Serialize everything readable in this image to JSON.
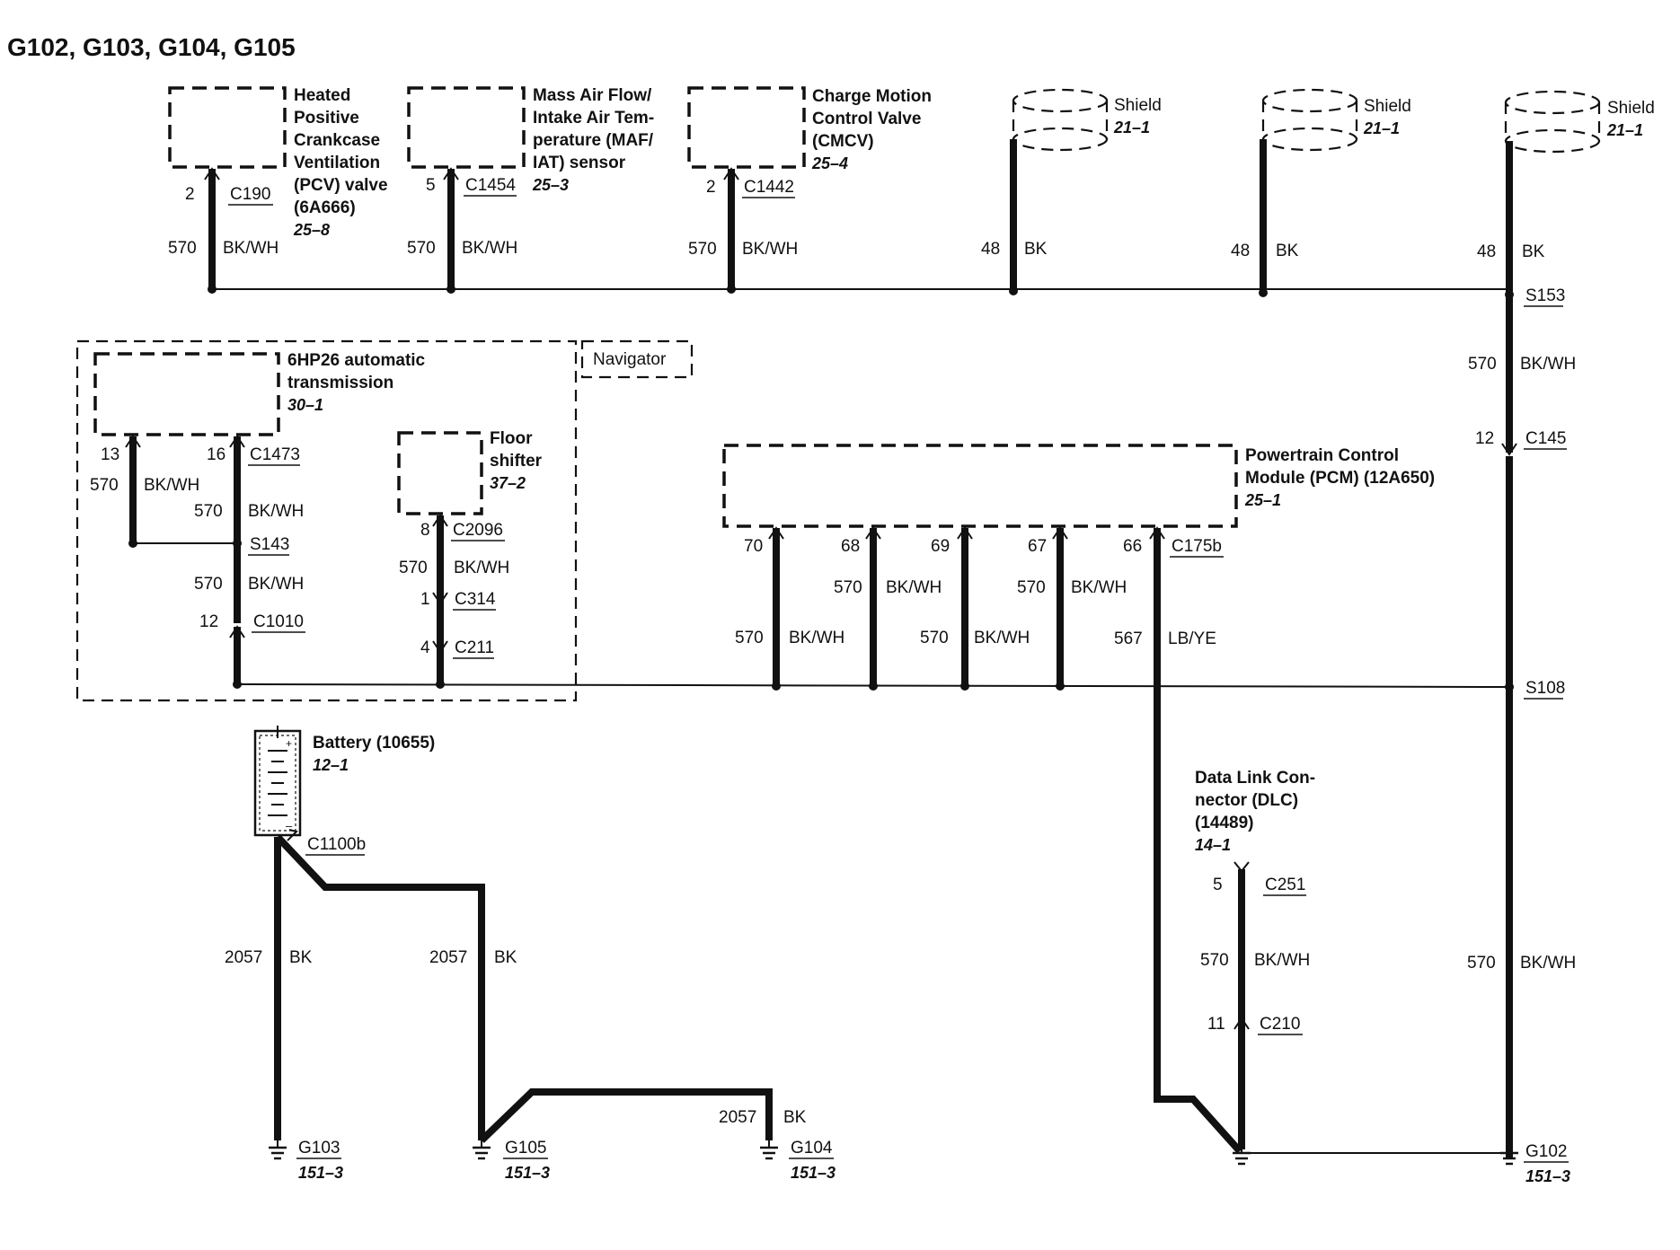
{
  "title": "G102, G103, G104, G105",
  "components": {
    "pcv": {
      "lines": [
        "Heated",
        "Positive",
        "Crankcase",
        "Ventilation",
        "(PCV) valve",
        "(6A666)"
      ],
      "ref": "25–8"
    },
    "maf": {
      "lines": [
        "Mass Air Flow/",
        "Intake Air Tem-",
        "perature (MAF/",
        "IAT) sensor"
      ],
      "ref": "25–3"
    },
    "cmcv": {
      "lines": [
        "Charge Motion",
        "Control Valve",
        "(CMCV)"
      ],
      "ref": "25–4"
    },
    "shield1": {
      "label": "Shield",
      "ref": "21–1"
    },
    "shield2": {
      "label": "Shield",
      "ref": "21–1"
    },
    "shield3": {
      "label": "Shield",
      "ref": "21–1"
    },
    "trans": {
      "lines": [
        "6HP26 automatic",
        "transmission"
      ],
      "ref": "30–1"
    },
    "navigator": {
      "label": "Navigator"
    },
    "shifter": {
      "lines": [
        "Floor",
        "shifter"
      ],
      "ref": "37–2"
    },
    "pcm": {
      "lines": [
        "Powertrain Control",
        "Module (PCM) (12A650)"
      ],
      "ref": "25–1"
    },
    "battery": {
      "lines": [
        "Battery (10655)"
      ],
      "ref": "12–1"
    },
    "dlc": {
      "lines": [
        "Data Link Con-",
        "nector (DLC)",
        "(14489)"
      ],
      "ref": "14–1"
    }
  },
  "connectors": {
    "c190": "C190",
    "c1454": "C1454",
    "c1442": "C1442",
    "c1473": "C1473",
    "c1010": "C1010",
    "c2096": "C2096",
    "c314": "C314",
    "c211": "C211",
    "c175b": "C175b",
    "c145": "C145",
    "c1100b": "C1100b",
    "c251": "C251",
    "c210": "C210"
  },
  "splices": {
    "s153": "S153",
    "s143": "S143",
    "s108": "S108"
  },
  "grounds": {
    "g103": {
      "label": "G103",
      "ref": "151–3"
    },
    "g105": {
      "label": "G105",
      "ref": "151–3"
    },
    "g104": {
      "label": "G104",
      "ref": "151–3"
    },
    "g102": {
      "label": "G102",
      "ref": "151–3"
    }
  },
  "pins": {
    "c190": "2",
    "c1454": "5",
    "c1442": "2",
    "c1473_a": "13",
    "c1473_b": "16",
    "c1010": "12",
    "c2096": "8",
    "c314": "1",
    "c211": "4",
    "pcm_70": "70",
    "pcm_68": "68",
    "pcm_69": "69",
    "pcm_67": "67",
    "pcm_66": "66",
    "c145": "12",
    "c251": "5",
    "c210": "11"
  },
  "circuits": {
    "c570": "570",
    "c48": "48",
    "c2057": "2057",
    "c567": "567",
    "bkwh": "BK/WH",
    "bk": "BK",
    "lbye": "LB/YE"
  }
}
